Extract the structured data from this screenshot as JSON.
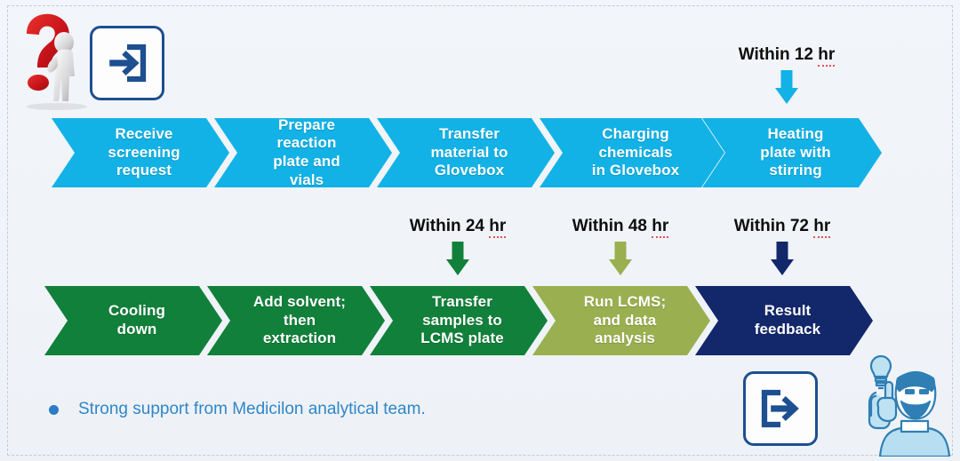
{
  "colors": {
    "background": "#eef2f7",
    "cyan": "#12b2e6",
    "dark_green": "#11803a",
    "olive_green": "#9aaf4f",
    "navy": "#13276b",
    "bullet_blue": "#2f86c8",
    "icon_blue": "#1d4f91",
    "label_black": "#0d0d0d",
    "spellcheck_red": "#e05252"
  },
  "process_row_1": {
    "name": "screening-workflow-top-row",
    "steps": [
      {
        "id": "receive-screening-request",
        "label": "Receive\nscreening\nrequest",
        "color": "#12b2e6"
      },
      {
        "id": "prepare-reaction-plate-and-vials",
        "label": "Prepare\nreaction\nplate and\nvials",
        "color": "#12b2e6"
      },
      {
        "id": "transfer-material-to-glovebox",
        "label": "Transfer\nmaterial to\nGlovebox",
        "color": "#12b2e6"
      },
      {
        "id": "charging-chemicals-in-glovebox",
        "label": "Charging\nchemicals\nin Glovebox",
        "color": "#12b2e6"
      },
      {
        "id": "heating-plate-with-stirring",
        "label": "Heating\nplate with\nstirring",
        "color": "#12b2e6"
      }
    ]
  },
  "process_row_2": {
    "name": "screening-workflow-bottom-row",
    "steps": [
      {
        "id": "cooling-down",
        "label": "Cooling\ndown",
        "color": "#11803a"
      },
      {
        "id": "add-solvent-then-extraction",
        "label": "Add solvent;\nthen\nextraction",
        "color": "#11803a"
      },
      {
        "id": "transfer-samples-to-lcms-plate",
        "label": "Transfer\nsamples to\nLCMS plate",
        "color": "#11803a"
      },
      {
        "id": "run-lcms-and-data-analysis",
        "label": "Run LCMS;\nand data\nanalysis",
        "color": "#9aaf4f"
      },
      {
        "id": "result-feedback",
        "label": "Result\nfeedback",
        "color": "#13276b"
      }
    ]
  },
  "time_callouts": [
    {
      "id": "within-12-hr",
      "prefix": "Within 12 ",
      "unit": "hr",
      "arrow_color": "#12b2e6",
      "target_step": "heating-plate-with-stirring"
    },
    {
      "id": "within-24-hr",
      "prefix": "Within 24 ",
      "unit": "hr",
      "arrow_color": "#11803a",
      "target_step": "transfer-samples-to-lcms-plate"
    },
    {
      "id": "within-48-hr",
      "prefix": "Within 48 ",
      "unit": "hr",
      "arrow_color": "#9aaf4f",
      "target_step": "run-lcms-and-data-analysis"
    },
    {
      "id": "within-72-hr",
      "prefix": "Within 72 ",
      "unit": "hr",
      "arrow_color": "#13276b",
      "target_step": "result-feedback"
    }
  ],
  "footnote": {
    "bullet_text": "Strong support from Medicilon analytical team."
  },
  "decorations": {
    "question_mark_icon": "question-mark-with-person-icon",
    "input_icon": "arrow-into-box-icon",
    "output_icon": "arrow-out-of-box-icon",
    "idea_person_icon": "person-with-lightbulb-icon"
  }
}
